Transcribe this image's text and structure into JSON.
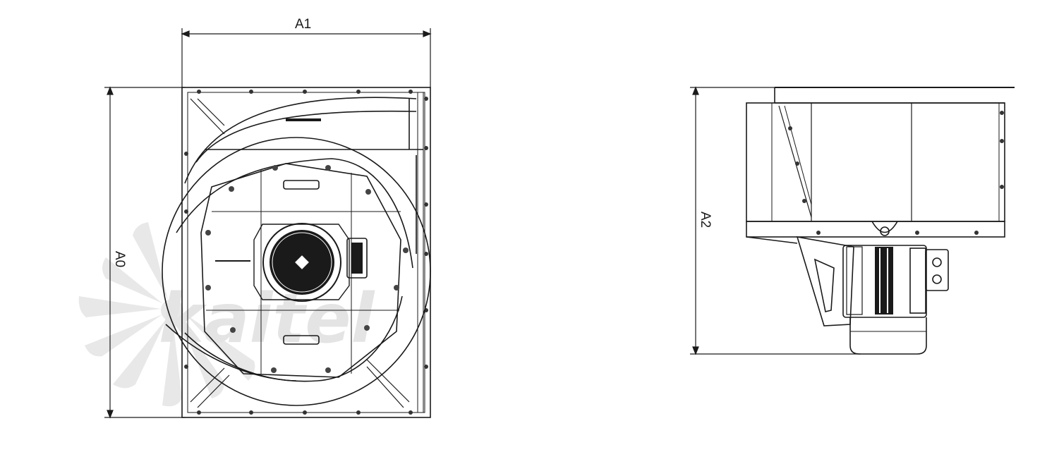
{
  "front_view": {
    "dim_width_label": "A1",
    "dim_height_label": "A0"
  },
  "side_view": {
    "dim_height_label": "A2"
  },
  "watermark": {
    "text": "kaitel",
    "colors": {
      "primary": "#e2e2e2",
      "accent": "#b9d5ea"
    }
  },
  "colors": {
    "line": "#1a1a1a",
    "thin_line": "#333333",
    "background": "#ffffff"
  }
}
